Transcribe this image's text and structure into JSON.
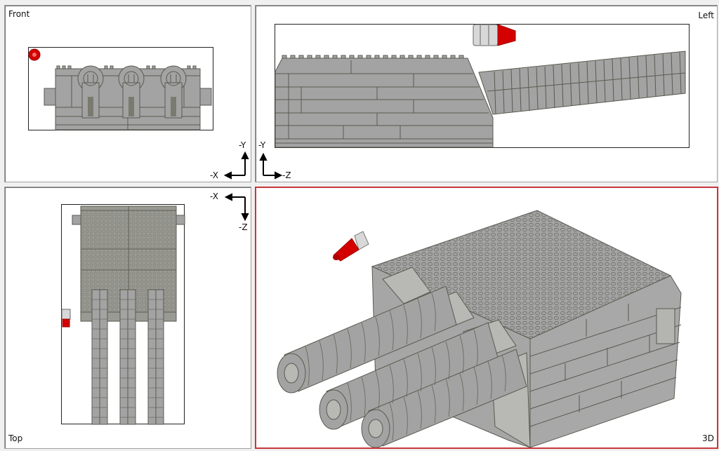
{
  "viewports": {
    "front": {
      "label": "Front",
      "axis_h": "-X",
      "axis_v": "-Y"
    },
    "left": {
      "label": "Left",
      "axis_h": "-Z",
      "axis_v": "-Y"
    },
    "top": {
      "label": "Top",
      "axis_h": "-X",
      "axis_v": "-Z"
    },
    "view3d": {
      "label": "3D",
      "active": true
    }
  },
  "colors": {
    "brick_gray": "#a3a3a3",
    "brick_edge": "#5a5a50",
    "shell_red": "#d40000",
    "shell_white": "#d8d8d8",
    "active_border": "#c8363c"
  },
  "model": {
    "description": "triple-barrel gun turret",
    "barrel_count": 3,
    "separate_part": "shell"
  }
}
